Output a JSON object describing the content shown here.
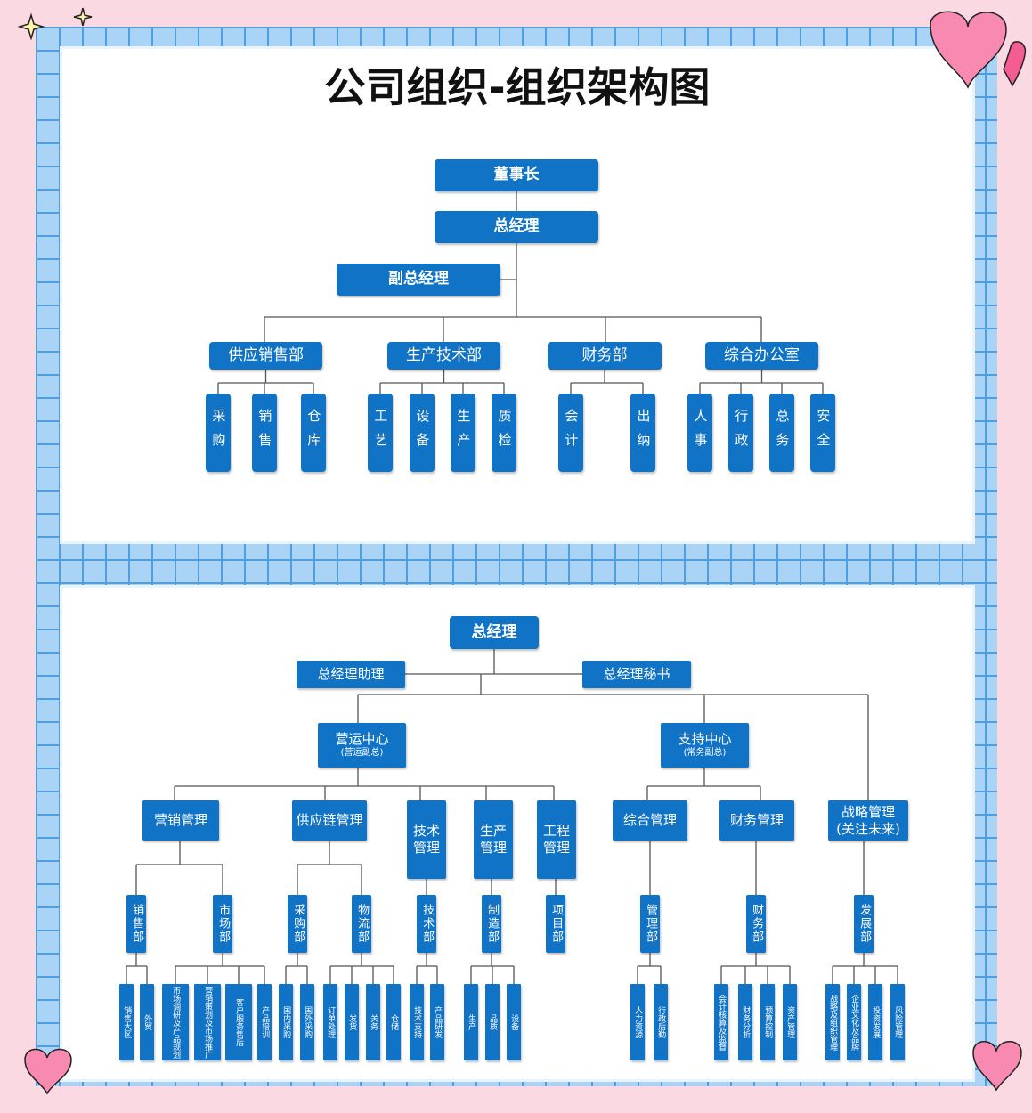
{
  "title": "公司组织-组织架构图",
  "colors": {
    "box": "#1073c6",
    "line": "#555555",
    "grid": "#4f9fe0",
    "background": "#fbd9e3"
  },
  "chart1": {
    "chairman": "董事长",
    "gm": "总经理",
    "vice_gm": "副总经理",
    "departments": [
      {
        "name": "供应销售部",
        "units": [
          "采购",
          "销售",
          "仓库"
        ]
      },
      {
        "name": "生产技术部",
        "units": [
          "工艺",
          "设备",
          "生产",
          "质检"
        ]
      },
      {
        "name": "财务部",
        "units": [
          "会计",
          "出纳"
        ]
      },
      {
        "name": "综合办公室",
        "units": [
          "人事",
          "行政",
          "总务",
          "安全"
        ]
      }
    ]
  },
  "chart2": {
    "gm": "总经理",
    "assistant": "总经理助理",
    "secretary": "总经理秘书",
    "ops_center": {
      "name": "营运中心",
      "sub": "(营运副总)"
    },
    "support_center": {
      "name": "支持中心",
      "sub": "(常务副总)"
    },
    "strategy": "战略管理\n(关注未来)",
    "mgmt": [
      "营销管理",
      "供应链管理",
      "技术\n管理",
      "生产\n管理",
      "工程\n管理",
      "综合管理",
      "财务管理"
    ],
    "depts": [
      "销售部",
      "市场部",
      "采购部",
      "物流部",
      "技术部",
      "制造部",
      "项目部",
      "管理部",
      "财务部",
      "发展部"
    ],
    "leaves": [
      "销售大区",
      "外贸",
      "市场调研及产品规划",
      "营销策划及市场推广",
      "客户服务售后",
      "产品培训",
      "国内采购",
      "国外采购",
      "订单处理",
      "发货",
      "关务",
      "仓储",
      "技术支持",
      "产品研发",
      "生产",
      "品质",
      "设备",
      "人力资源",
      "行政后勤",
      "会计核算及监督",
      "财务分析",
      "预算控制",
      "资产管理",
      "战略及组织管理",
      "企业文化及品牌",
      "投资发展",
      "风险管理"
    ]
  }
}
